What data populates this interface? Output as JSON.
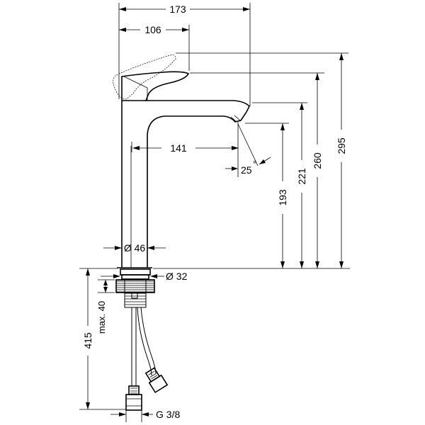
{
  "dimensions": {
    "width_overall": "173",
    "lever_reach": "106",
    "spout_reach": "141",
    "angle": "25",
    "angle_mark": "°",
    "height_spout": "193",
    "height_body": "221",
    "height_lever": "260",
    "height_lever_max": "295",
    "body_diameter": "Ø 46",
    "thread_diameter": "Ø  32",
    "hose_length": "415",
    "max_mount": "max. 40",
    "connection": "G 3/8"
  }
}
